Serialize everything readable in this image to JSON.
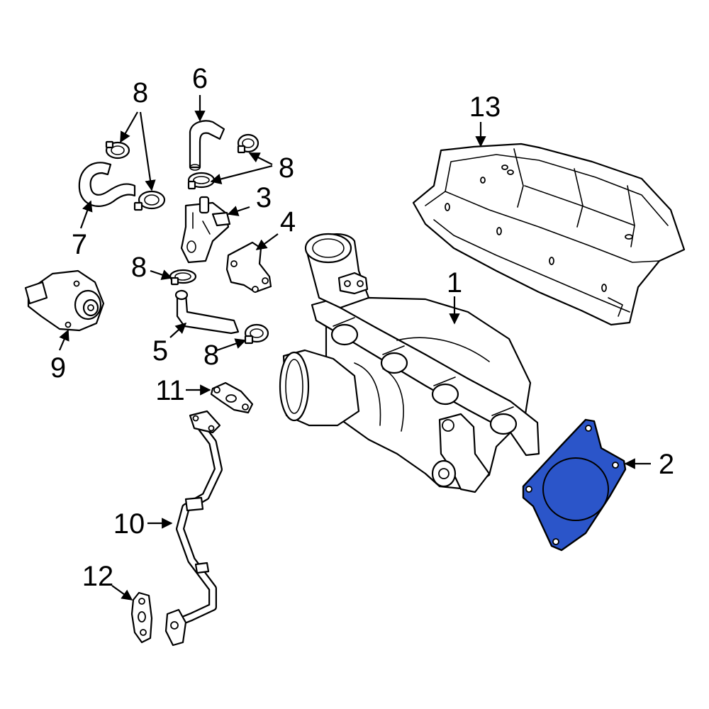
{
  "diagram": {
    "highlight_color": "#2b55c9",
    "callouts": {
      "c1": "1",
      "c2": "2",
      "c3": "3",
      "c4": "4",
      "c5": "5",
      "c6": "6",
      "c7": "7",
      "c8a": "8",
      "c8b": "8",
      "c8c": "8",
      "c8d": "8",
      "c9": "9",
      "c10": "10",
      "c11": "11",
      "c12": "12",
      "c13": "13"
    }
  }
}
